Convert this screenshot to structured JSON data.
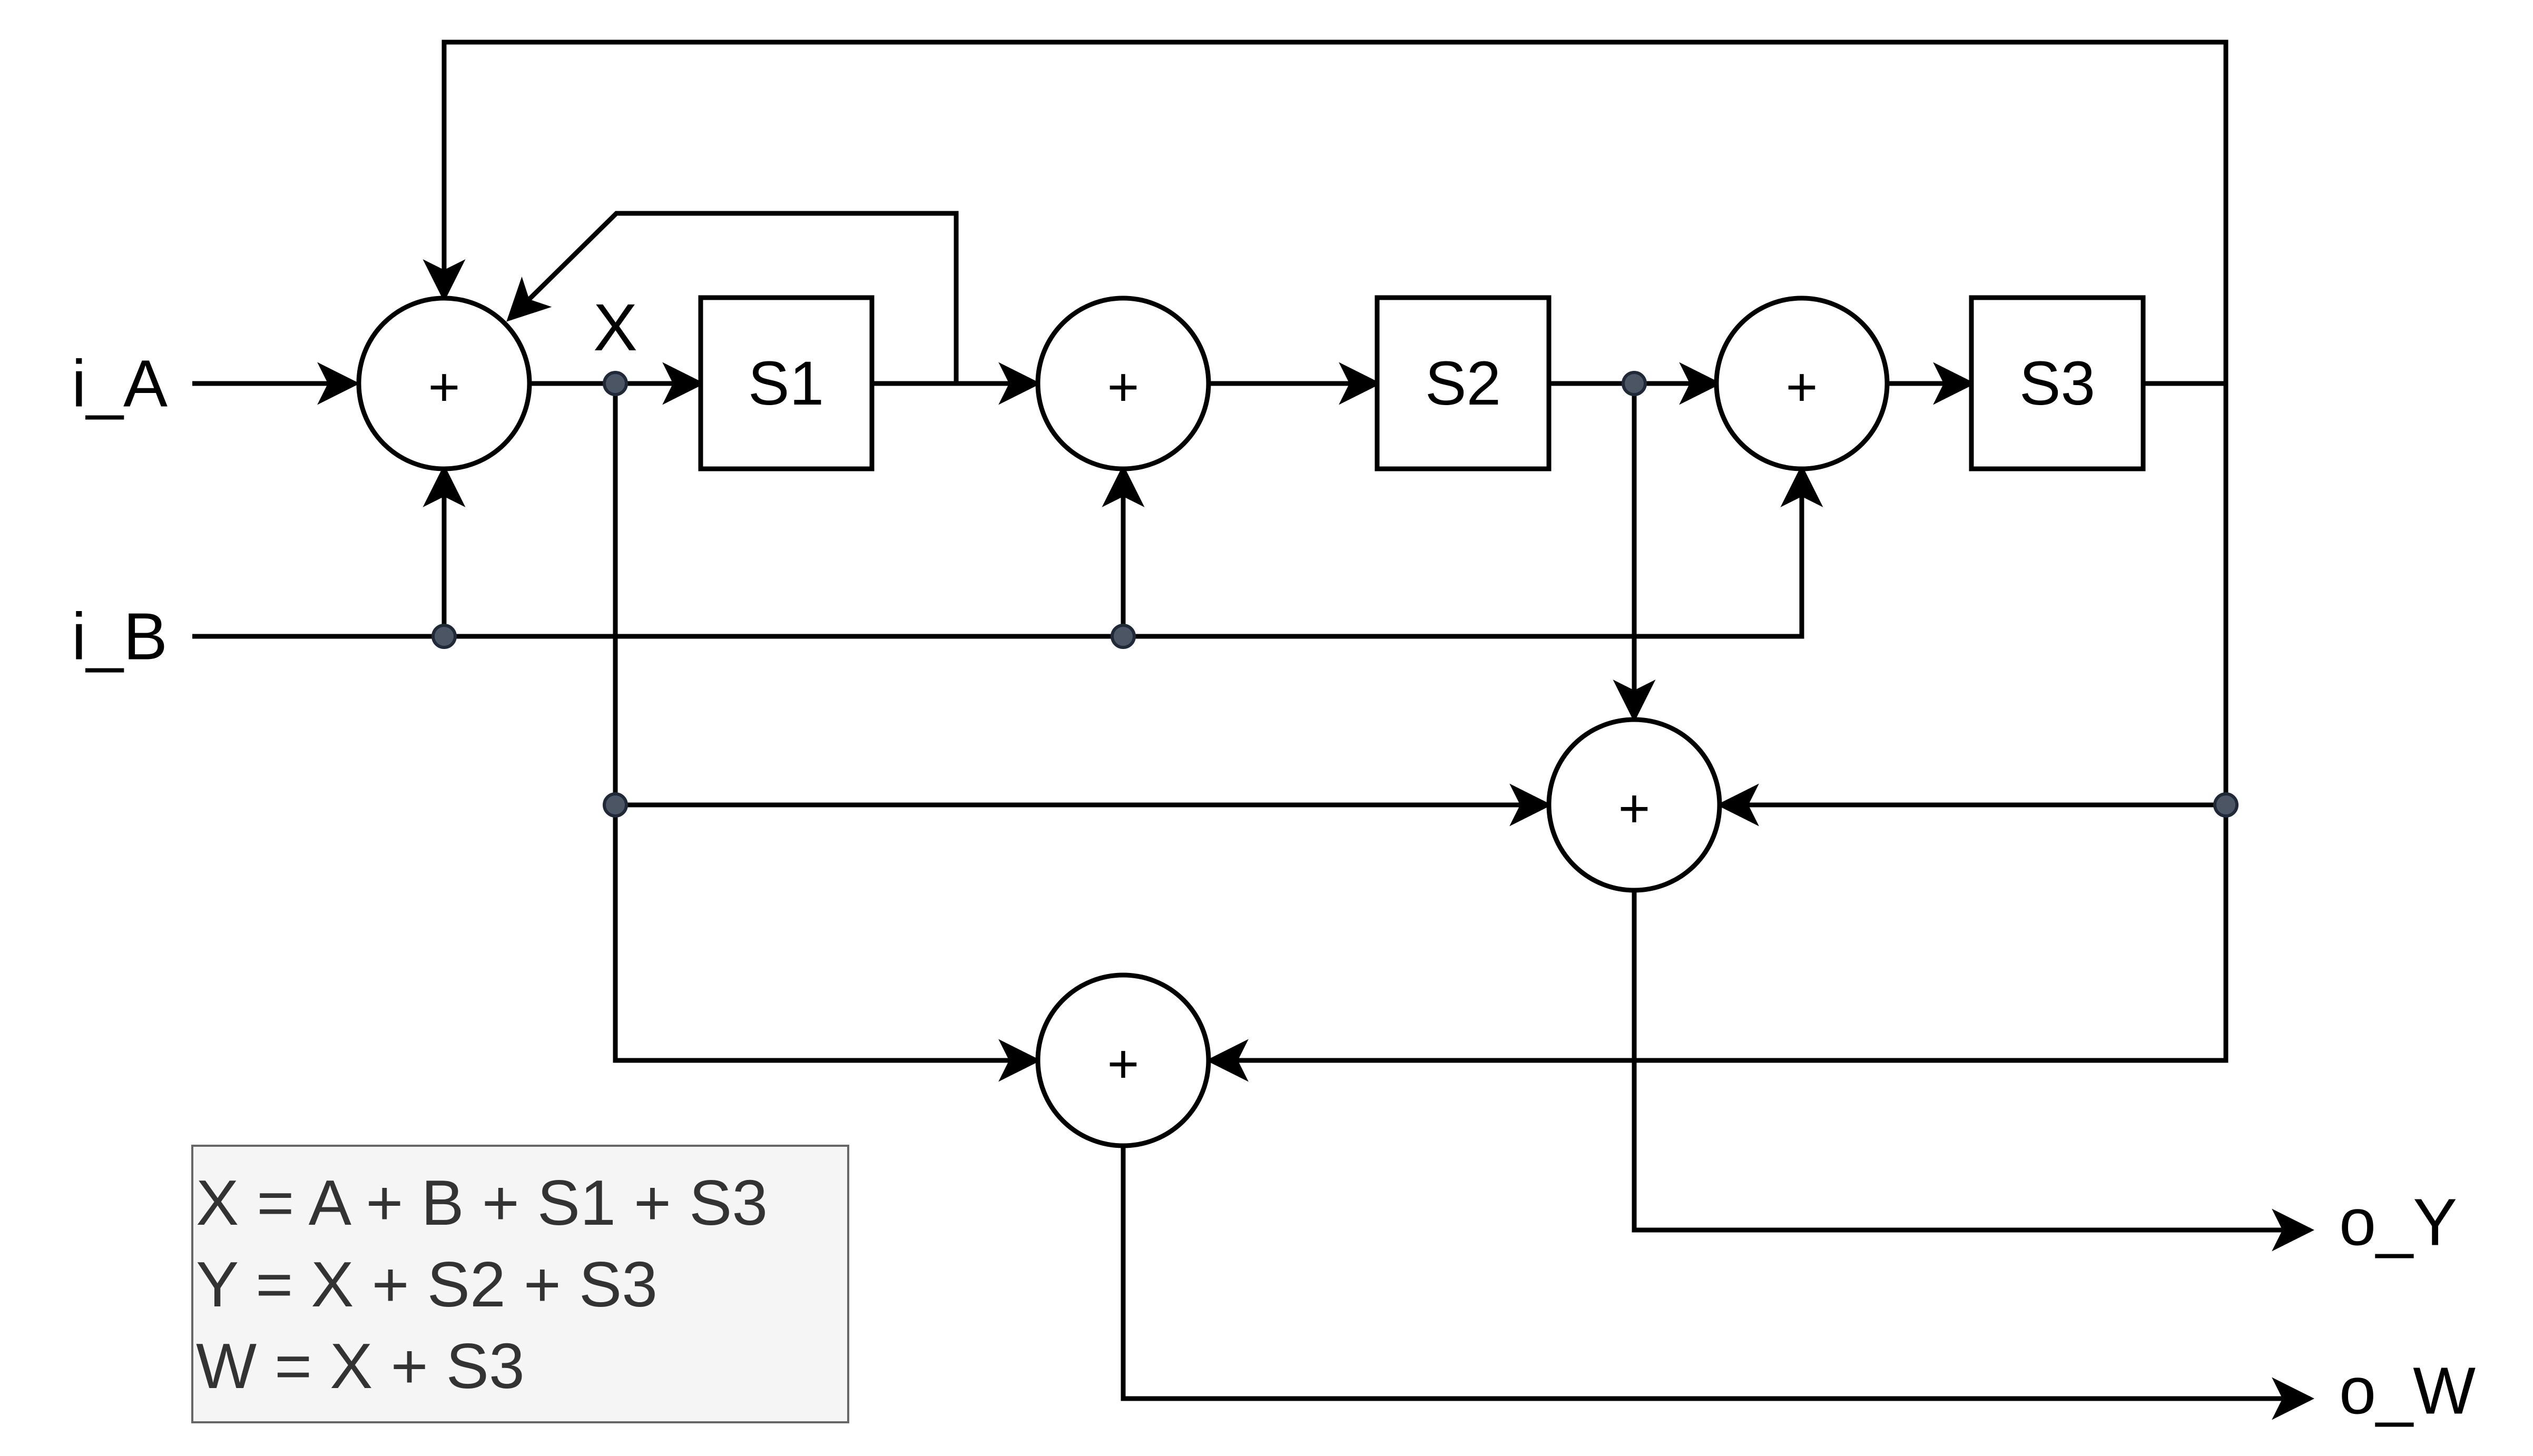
{
  "inputs": {
    "a": "i_A",
    "b": "i_B"
  },
  "outputs": {
    "y": "o_Y",
    "w": "o_W"
  },
  "signal_label": "X",
  "blocks": {
    "s1": "S1",
    "s2": "S2",
    "s3": "S3"
  },
  "adders": {
    "sum_x": "+",
    "sum_1": "+",
    "sum_2": "+",
    "sum_y": "+",
    "sum_w": "+"
  },
  "legend": {
    "lines": [
      "X = A + B + S1 + S3",
      "Y = X + S2 + S3",
      "W = X + S3"
    ]
  },
  "colors": {
    "line": "#000000",
    "junction": "#4b5563",
    "legend_fill": "#f5f5f5",
    "legend_stroke": "#666666",
    "legend_text": "#333333"
  }
}
